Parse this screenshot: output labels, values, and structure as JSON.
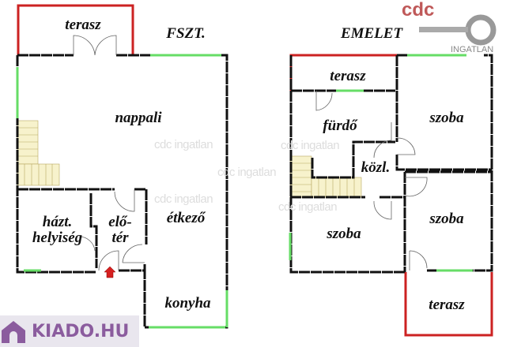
{
  "ground_floor": {
    "title": "FSZT.",
    "rooms": {
      "terrace": "terasz",
      "living": "nappali",
      "utility": "házt.\nhelyiség",
      "hall": "elő-\ntér",
      "dining": "étkező",
      "kitchen": "konyha"
    }
  },
  "upper_floor": {
    "title": "EMELET",
    "rooms": {
      "terrace_top": "terasz",
      "bath": "fürdő",
      "corridor": "közl.",
      "room_ne": "szoba",
      "room_se": "szoba",
      "room_sw": "szoba",
      "terrace_bottom": "terasz"
    }
  },
  "watermark": "cdc ingatlan",
  "logos": {
    "cdc": "cdc",
    "cdc_sub": "INGATLAN",
    "kiado": "KIADO.HU"
  },
  "colors": {
    "wall": "#111111",
    "window": "#66dd66",
    "terrace": "#cc2222",
    "stairs": "#f5f0c8"
  }
}
